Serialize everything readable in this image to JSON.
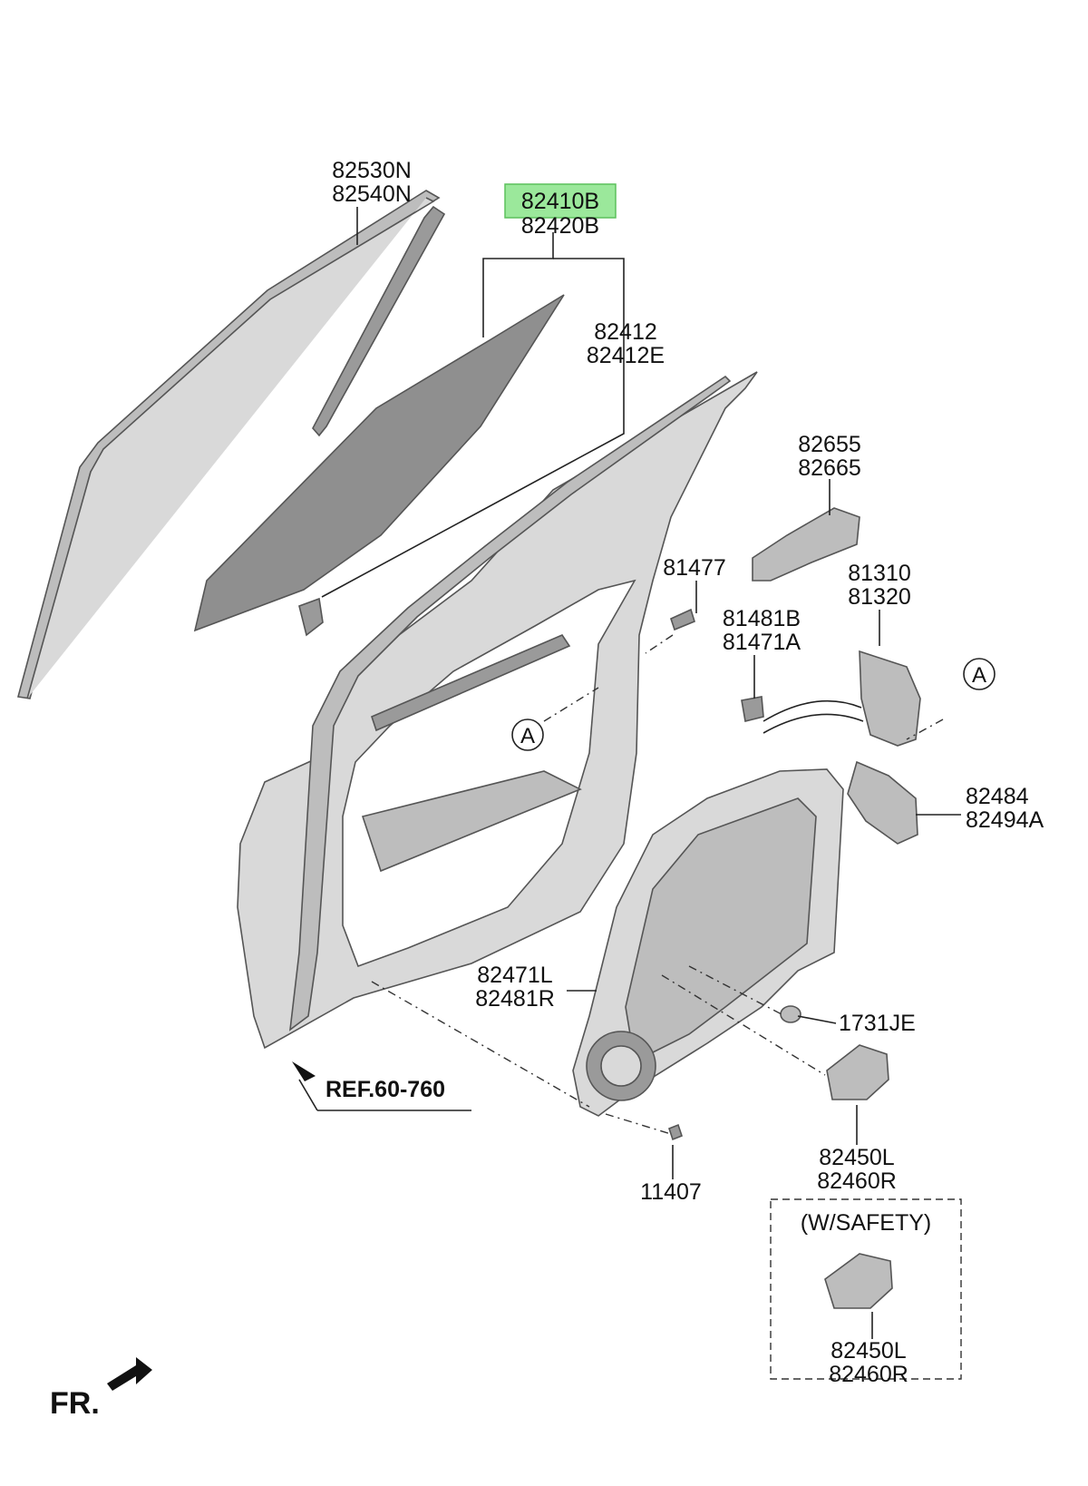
{
  "labels": {
    "belt_moulding": [
      "82530N",
      "82540N"
    ],
    "glass_assy": [
      "82410B",
      "82420B"
    ],
    "glass_channel": [
      "82412",
      "82412E"
    ],
    "outside_handle": [
      "82655",
      "82665"
    ],
    "bolt": "81477",
    "latch": [
      "81310",
      "81320"
    ],
    "striker": [
      "81481B",
      "81471A"
    ],
    "cable": [
      "82484",
      "82494A"
    ],
    "regulator_module": [
      "82471L",
      "82481R"
    ],
    "plug": "1731JE",
    "motor": [
      "82450L",
      "82460R"
    ],
    "screw": "11407",
    "ref": "REF.60-760",
    "safety_title": "(W/SAFETY)",
    "safety_motor": [
      "82450L",
      "82460R"
    ],
    "callout_a": "A",
    "front": "FR."
  },
  "colors": {
    "highlight_fill": "#9be89b",
    "highlight_border": "#5cc15c",
    "glass": "#8f8f8f",
    "panel": "#d9d9d9"
  },
  "icons": {
    "front_arrow": "arrow-left-down-icon",
    "ref_arrow": "arrow-up-left-icon",
    "callout": "circled-letter-icon"
  }
}
